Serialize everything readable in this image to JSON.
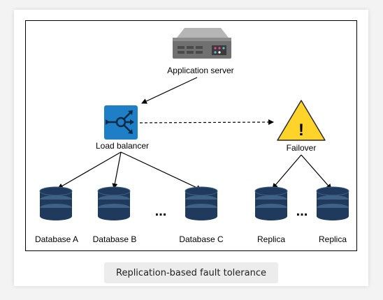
{
  "diagram": {
    "nodes": {
      "app_server": "Application server",
      "load_balancer": "Load balancer",
      "failover": "Failover",
      "db_a": "Database A",
      "db_b": "Database B",
      "db_c": "Database C",
      "replica_1": "Replica",
      "replica_2": "Replica"
    },
    "ellipsis_left": "...",
    "ellipsis_right": "...",
    "failover_symbol": "!"
  },
  "caption": "Replication-based fault tolerance",
  "colors": {
    "database_dark": "#1f3a5c",
    "database_band": "#3f6186",
    "load_balancer": "#1e7fc7",
    "failover_yellow": "#ffd42a",
    "server_gray": "#8c8c8c"
  },
  "icons": [
    "server-icon",
    "load-balancer-icon",
    "warning-icon",
    "database-icon"
  ]
}
